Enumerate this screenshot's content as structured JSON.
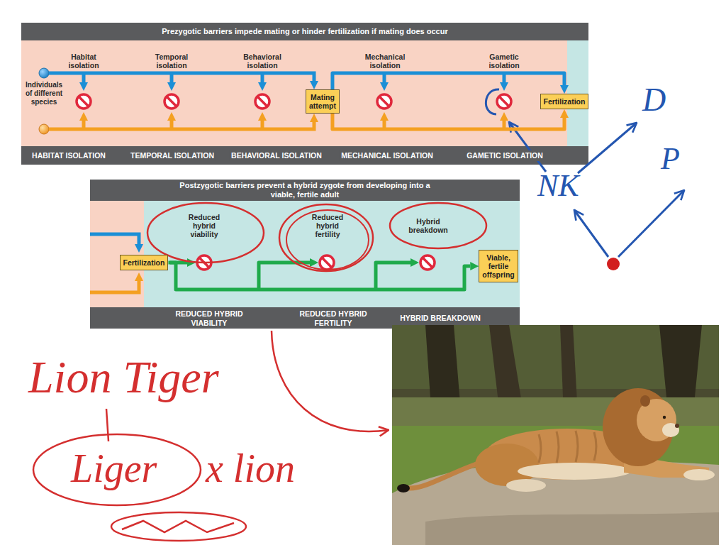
{
  "diagram": {
    "nodes": [
      {
        "text": [
          "Prezygotic barriers impede mating or hinder fertilization if mating does occur"
        ]
      },
      {
        "text": [
          "Mating attempt"
        ],
        "in": 0
      },
      {
        "text": [
          "Fertilization"
        ],
        "in": 0
      },
      {
        "text": [
          "Postzygotic barriers prevent a hybrid zygote from developing into a viable, fertile adult"
        ]
      },
      {
        "text": [
          "Fertilization"
        ],
        "in": 3
      },
      {
        "text": [
          "Viable, fertile offspring"
        ],
        "in": 3
      }
    ],
    "edges": [
      {
        "from": 1,
        "to": 2,
        "arrow": "to"
      },
      {
        "from": 1,
        "to": 2,
        "arrow": "to"
      },
      {
        "from": 4,
        "to": 5,
        "arrow": "to"
      }
    ],
    "labels": [
      "Individuals of different species",
      "Habitat isolation",
      "Temporal isolation",
      "Behavioral isolation",
      "Mechanical isolation",
      "Gametic isolation",
      "HABITAT ISOLATION",
      "TEMPORAL ISOLATION",
      "BEHAVIORAL ISOLATION",
      "MECHANICAL ISOLATION",
      "GAMETIC ISOLATION",
      "Reduced hybrid viability",
      "Reduced hybrid fertility",
      "Hybrid breakdown",
      "REDUCED HYBRID VIABILITY",
      "REDUCED HYBRID FERTILITY",
      "HYBRID BREAKDOWN",
      "Lion Tiger",
      "Liger",
      "x lion",
      "D",
      "P",
      "NK"
    ]
  }
}
